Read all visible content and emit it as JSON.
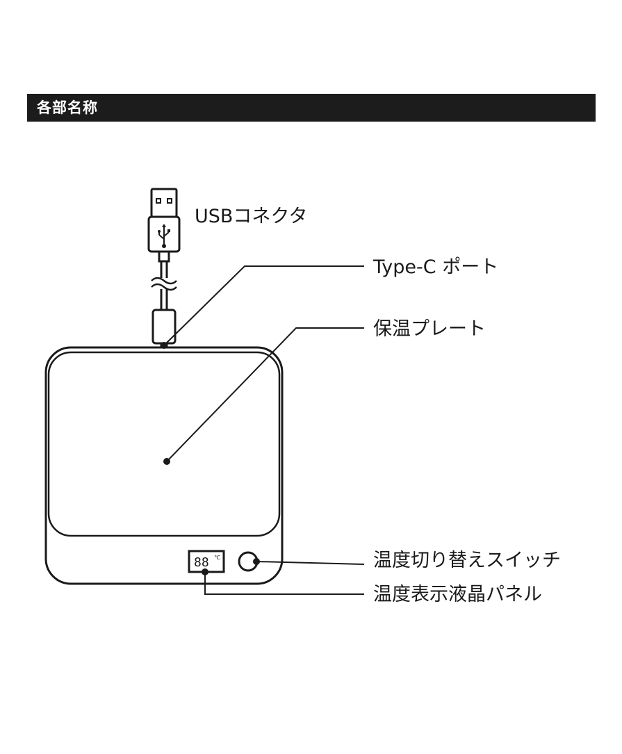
{
  "header": {
    "title": "各部名称"
  },
  "parts": {
    "usb_connector": "USBコネクタ",
    "type_c_port": "Type-C ポート",
    "warming_plate": "保温プレート",
    "temp_switch": "温度切り替えスイッチ",
    "temp_lcd_panel": "温度表示液晶パネル"
  },
  "lcd": {
    "digits": "88",
    "unit": "℃"
  },
  "colors": {
    "ink": "#1a1a1a",
    "header_bg": "#1c1c1c",
    "header_text": "#ffffff"
  },
  "icons": {
    "usb_symbol": "usb-icon",
    "cable_break": "cable-break-icon"
  }
}
